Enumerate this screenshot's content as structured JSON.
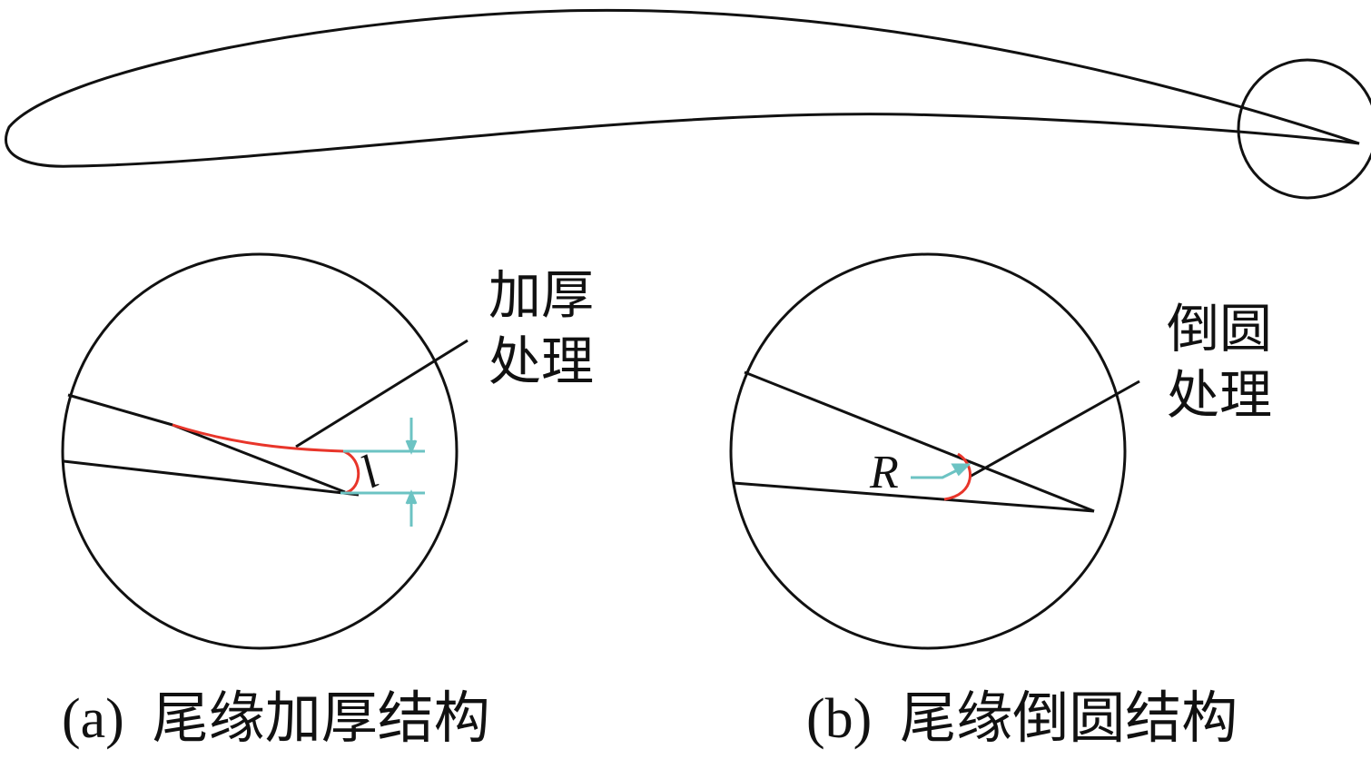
{
  "labels": {
    "a_note_line1": "加厚",
    "a_note_line2": "处理",
    "a_dimension": "l",
    "b_note_line1": "倒圆",
    "b_note_line2": "处理",
    "b_radius": "R"
  },
  "captions": {
    "a": "(a)  尾缘加厚结构",
    "b": "(b)  尾缘倒圆结构"
  },
  "colors": {
    "outline": "#111111",
    "highlight": "#e8352a",
    "dimension": "#6cc3c3"
  }
}
